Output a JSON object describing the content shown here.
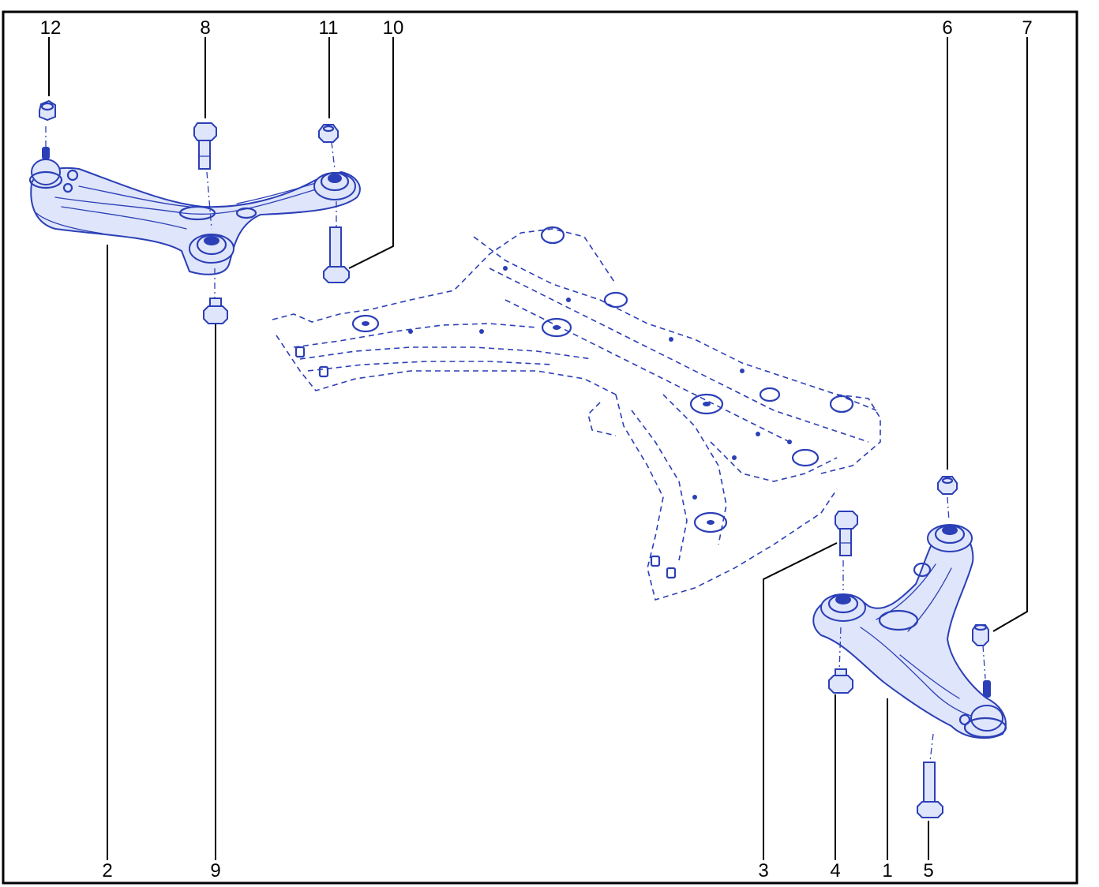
{
  "diagram": {
    "callouts": {
      "c1": "1",
      "c2": "2",
      "c3": "3",
      "c4": "4",
      "c5": "5",
      "c6": "6",
      "c7": "7",
      "c8": "8",
      "c9": "9",
      "c10": "10",
      "c11": "11",
      "c12": "12"
    },
    "parts": [
      {
        "id": "front-subframe"
      },
      {
        "id": "left-lower-control-arm"
      },
      {
        "id": "right-lower-control-arm"
      }
    ],
    "colors": {
      "line_art": "#2b3fb6",
      "fill_tint": "#dfe5fb",
      "frame": "#000000",
      "background": "#ffffff"
    }
  }
}
